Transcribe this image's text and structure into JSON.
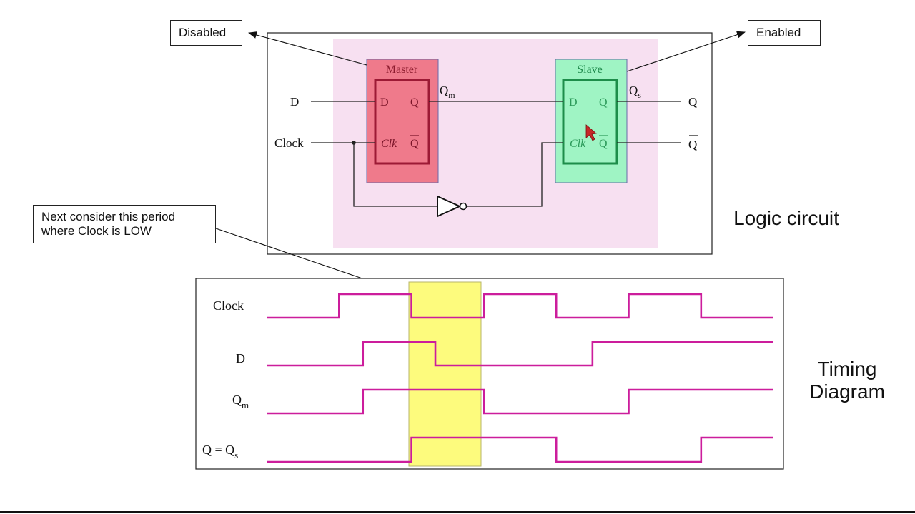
{
  "callouts": {
    "disabled": "Disabled",
    "enabled": "Enabled",
    "note_line1": "Next consider this period",
    "note_line2": "where Clock is LOW"
  },
  "section_labels": {
    "logic_circuit": "Logic circuit",
    "timing_line1": "Timing",
    "timing_line2": "Diagram"
  },
  "circuit": {
    "master_title": "Master",
    "slave_title": "Slave",
    "input_d": "D",
    "input_clock": "Clock",
    "pin_d": "D",
    "pin_q": "Q",
    "pin_clk": "Clk",
    "pin_qbar": "Q",
    "qm_main": "Q",
    "qm_sub": "m",
    "qs_main": "Q",
    "qs_sub": "s",
    "output_q": "Q",
    "output_qbar": "Q"
  },
  "timing": {
    "labels": {
      "clock": "Clock",
      "d": "D",
      "qm_main": "Q",
      "qm_sub": "m",
      "q_main": "Q = Q",
      "q_sub": "s"
    },
    "signals": [
      {
        "name": "Clock",
        "edges": [
          [
            0,
            0
          ],
          [
            1,
            1
          ],
          [
            2,
            0
          ],
          [
            3,
            1
          ],
          [
            4,
            0
          ],
          [
            5,
            1
          ],
          [
            6,
            0
          ]
        ]
      },
      {
        "name": "D",
        "edges": [
          [
            0,
            0
          ],
          [
            1.33,
            1
          ],
          [
            2.33,
            0
          ],
          [
            4.5,
            1
          ]
        ]
      },
      {
        "name": "Qm",
        "edges": [
          [
            0,
            0
          ],
          [
            1.33,
            1
          ],
          [
            3,
            0
          ],
          [
            5,
            1
          ]
        ]
      },
      {
        "name": "Q = Qs",
        "edges": [
          [
            0,
            0
          ],
          [
            2,
            1
          ],
          [
            4,
            0
          ],
          [
            6,
            1
          ]
        ]
      }
    ],
    "highlight_period": [
      2,
      3
    ]
  },
  "colors": {
    "signal": "#cc1d9c",
    "highlight": "#fdfb6f",
    "circuit_bg": "#f7e0f1",
    "master_fill": "#ef7a8b",
    "master_border": "#9c1a35",
    "slave_fill": "#9ff4c4",
    "slave_border": "#1d8d4a"
  }
}
